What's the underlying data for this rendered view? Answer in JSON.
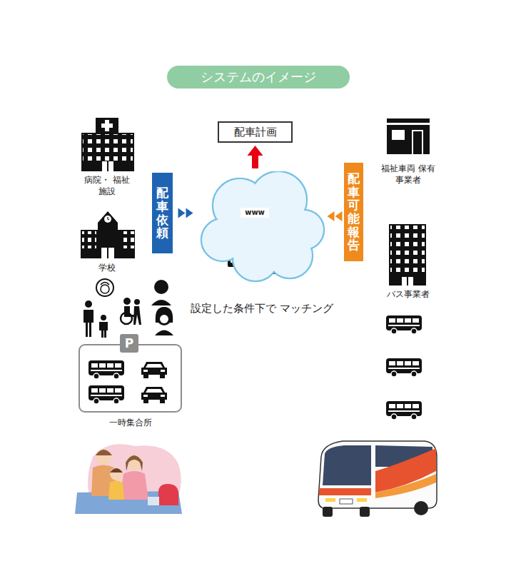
{
  "diagram": {
    "title": "システムのイメージ",
    "nodes": [
      {
        "text": [
          "配車計画"
        ]
      },
      {
        "text": [
          "配車依頼"
        ]
      },
      {
        "text": [
          "設定した条件下で マッチング"
        ]
      },
      {
        "text": [
          "配車可能報告"
        ]
      },
      {
        "text": [
          "一時集合所"
        ]
      }
    ],
    "edges": [
      {
        "from": 1,
        "to": 2,
        "arrow": "to"
      },
      {
        "from": 3,
        "to": 2,
        "arrow": "to"
      },
      {
        "from": 2,
        "to": 0,
        "arrow": "to"
      }
    ],
    "labels": [
      "病院・ 福祉施設",
      "学校",
      "福祉車両 保有事業者",
      "バス事業者",
      "P",
      "www"
    ]
  }
}
